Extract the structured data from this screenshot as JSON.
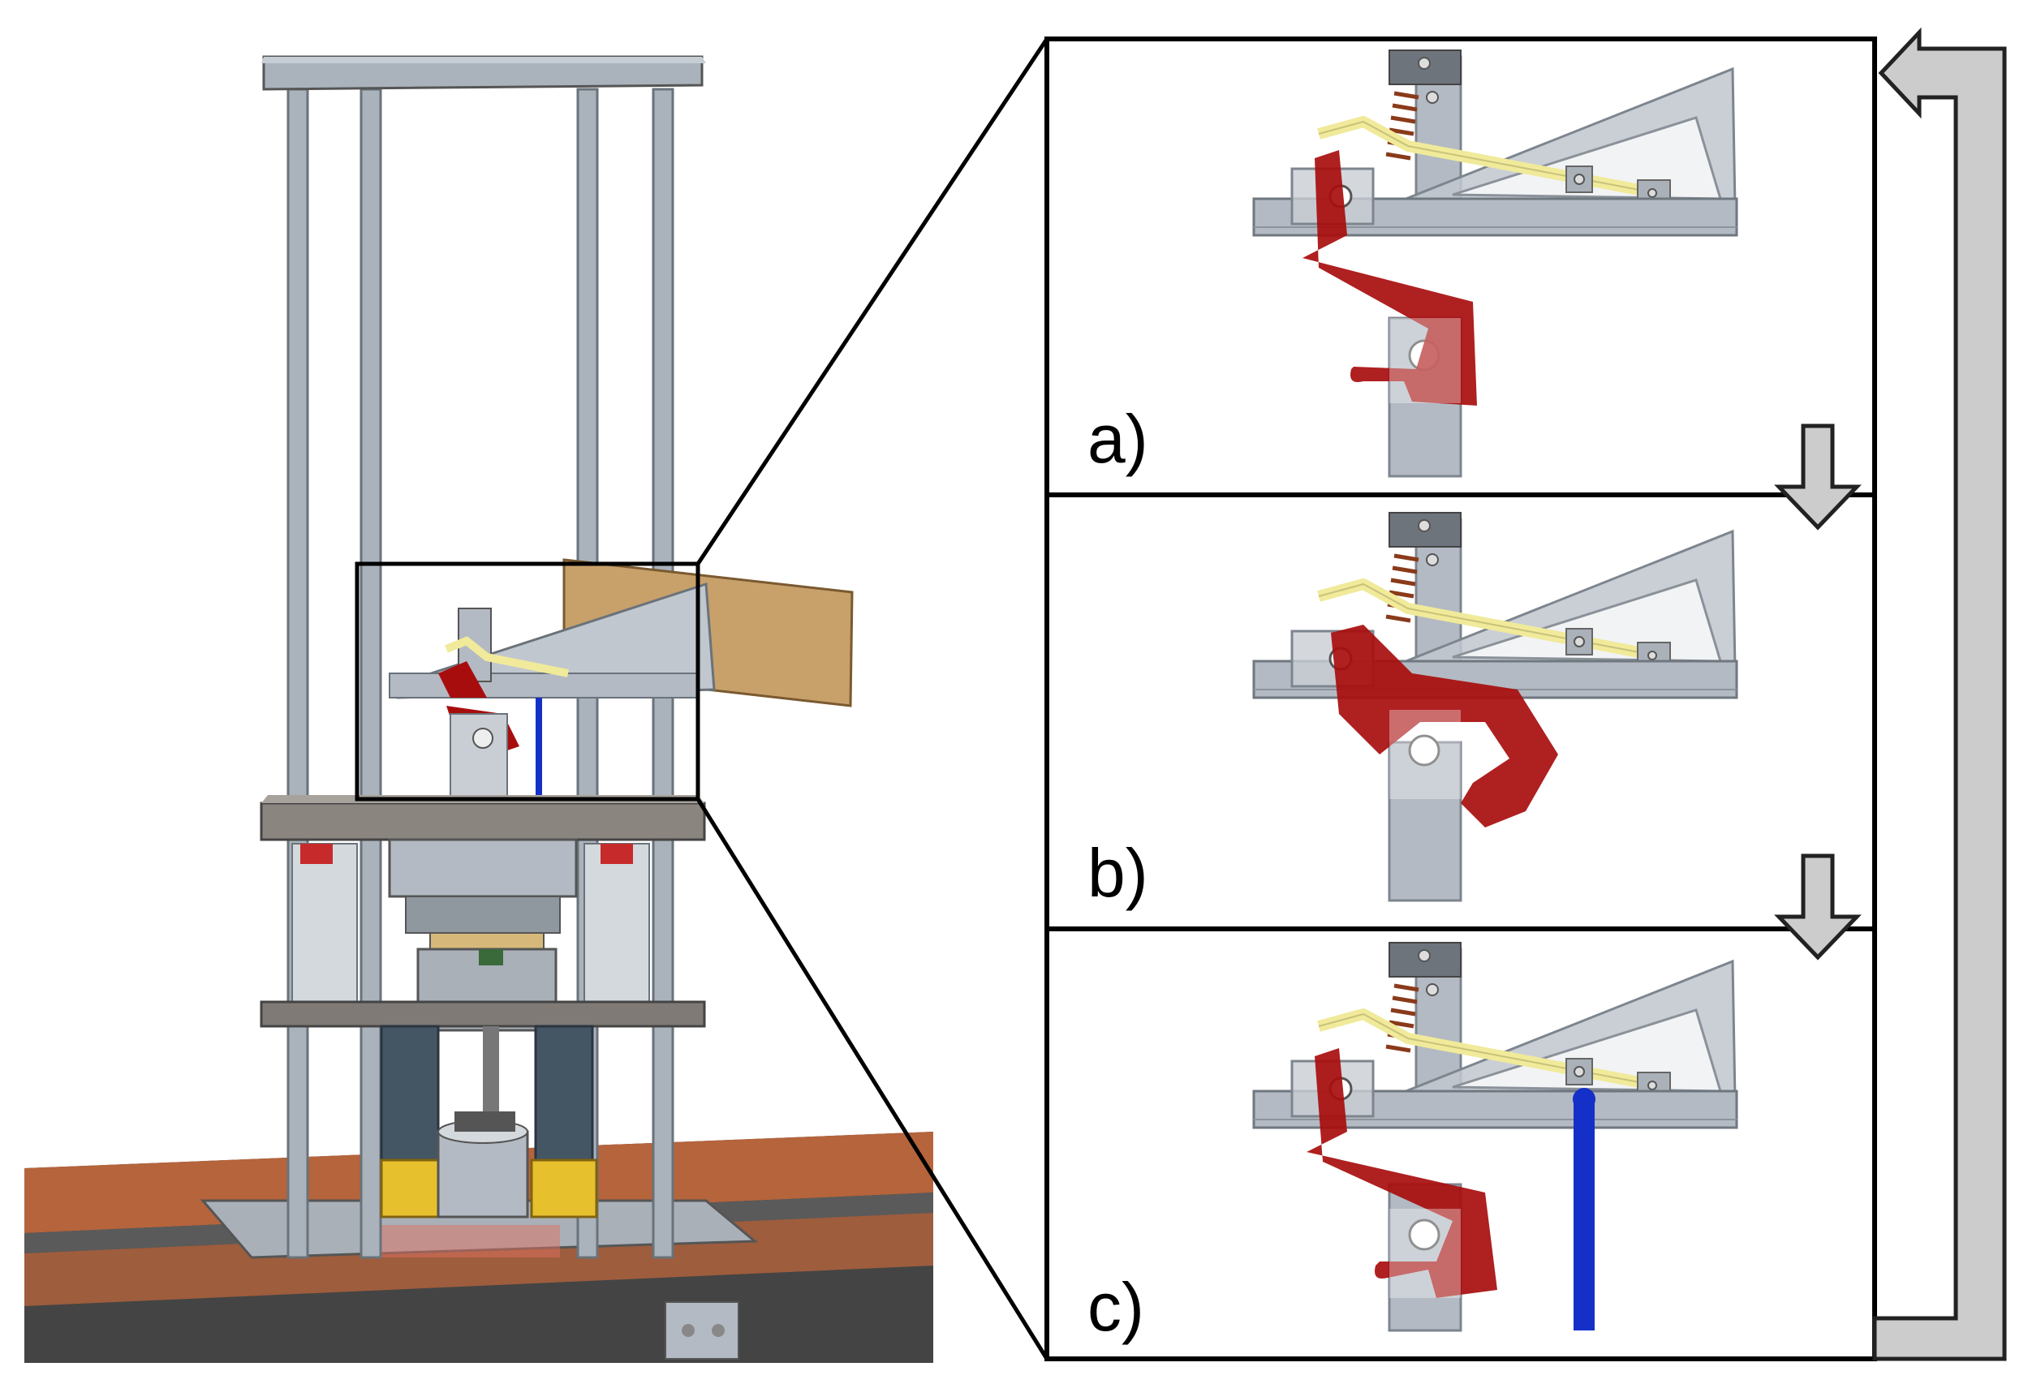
{
  "figure": {
    "panels": [
      {
        "id": "a",
        "label": "a)"
      },
      {
        "id": "b",
        "label": "b)"
      },
      {
        "id": "c",
        "label": "c)"
      }
    ]
  },
  "colors": {
    "frame_gray": "#b9c0c8",
    "frame_dark": "#7d858e",
    "latch_red": "#a80d0d",
    "latch_red_light": "#cf8b8b",
    "spring_yellow": "#f0ea9a",
    "rod_blue": "#1530c8",
    "board_tan": "#c8a06a",
    "foam_yellow": "#e7c02e",
    "cylinder_slate": "#445564",
    "floor_orange": "#b5643c",
    "floor_dark": "#444444",
    "arrow_gray": "#cccccc"
  },
  "icons": {
    "step_arrow": "down-arrow-icon",
    "return_arrow": "return-loop-arrow-icon",
    "zoom_box": "zoom-region-box"
  }
}
